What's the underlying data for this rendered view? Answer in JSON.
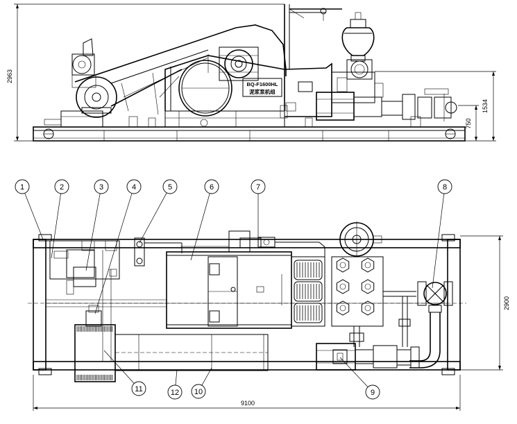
{
  "dimensions": {
    "side_height": "2963",
    "outlet_height": "1534",
    "base_height": "750",
    "plan_width": "2900",
    "plan_length": "9100"
  },
  "nameplate": {
    "line1": "BQ-F1600HL",
    "line2": "泥浆泵机组"
  },
  "callouts": [
    "1",
    "2",
    "3",
    "4",
    "5",
    "6",
    "7",
    "8",
    "9",
    "10",
    "11",
    "12"
  ]
}
